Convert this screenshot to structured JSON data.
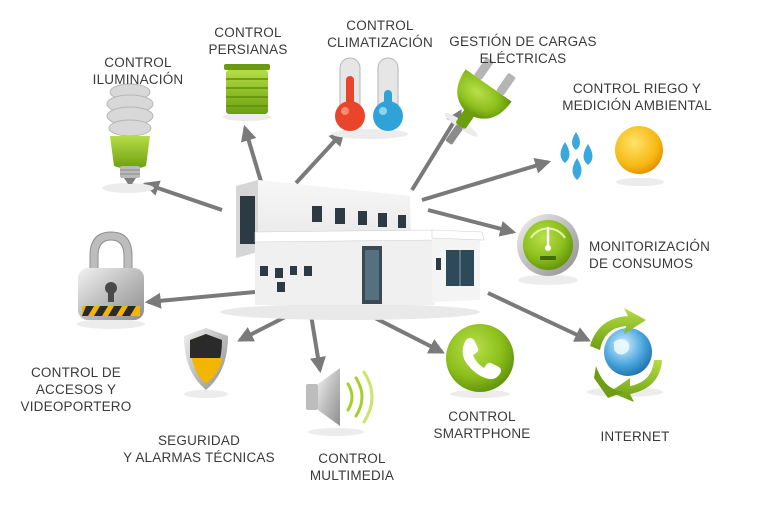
{
  "colors": {
    "green": "#8cbf1c",
    "green_dark": "#5e8f0a",
    "arrow": "#7a7a7a",
    "text": "#3a3a3a",
    "sun": "#f6b812",
    "water": "#3aa8de",
    "hot": "#e8452c",
    "cold": "#2fa3d8"
  },
  "center": {
    "icon": "house-icon"
  },
  "nodes": {
    "iluminacion": {
      "icon": "lightbulb-icon",
      "lines": [
        "CONTROL",
        "ILUMINACIÓN"
      ]
    },
    "persianas": {
      "icon": "blinds-icon",
      "lines": [
        "CONTROL",
        "PERSIANAS"
      ]
    },
    "climatizacion": {
      "icon": "thermometers-icon",
      "lines": [
        "CONTROL",
        "CLIMATIZACIÓN"
      ]
    },
    "cargas": {
      "icon": "plug-icon",
      "lines": [
        "GESTIÓN DE CARGAS",
        "ELÉCTRICAS"
      ]
    },
    "riego": {
      "icon": "water-sun-icon",
      "lines": [
        "CONTROL RIEGO Y",
        "MEDICIÓN AMBIENTAL"
      ]
    },
    "consumos": {
      "icon": "gauge-icon",
      "lines": [
        "MONITORIZACIÓN",
        "DE CONSUMOS"
      ]
    },
    "internet": {
      "icon": "globe-recycle-icon",
      "lines": [
        "INTERNET"
      ]
    },
    "smartphone": {
      "icon": "phone-icon",
      "lines": [
        "CONTROL",
        "SMARTPHONE"
      ]
    },
    "multimedia": {
      "icon": "speaker-icon",
      "lines": [
        "CONTROL",
        "MULTIMEDIA"
      ]
    },
    "seguridad": {
      "icon": "shield-icon",
      "lines": [
        "SEGURIDAD",
        "Y ALARMAS TÉCNICAS"
      ]
    },
    "accesos": {
      "icon": "padlock-icon",
      "lines": [
        "CONTROL DE",
        "ACCESOS Y",
        "VIDEOPORTERO"
      ]
    }
  }
}
